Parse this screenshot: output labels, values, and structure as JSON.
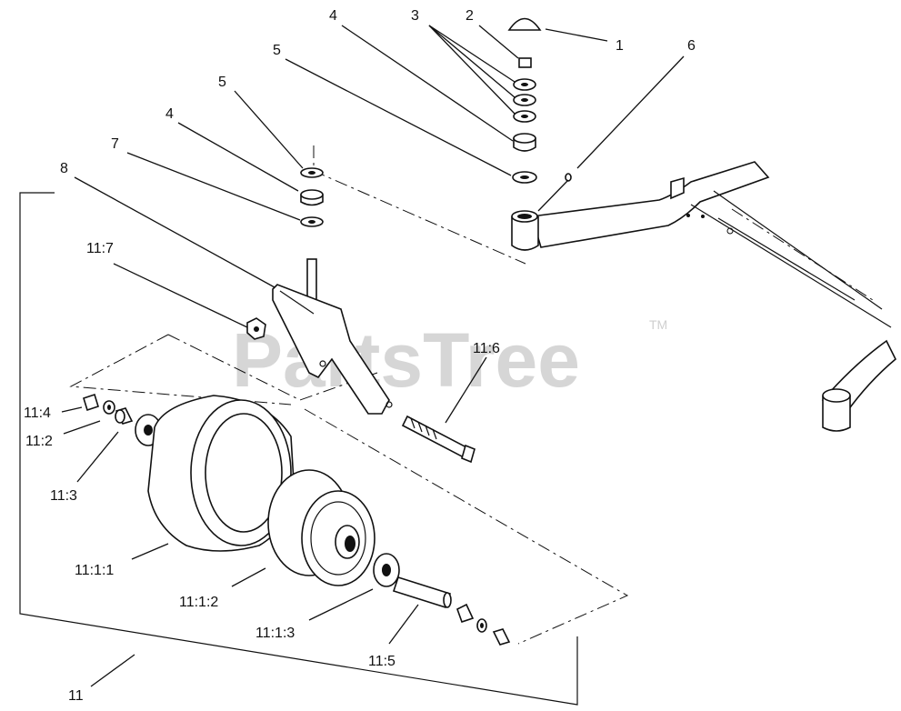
{
  "watermark": {
    "text": "PartsTree",
    "trademark": "TM"
  },
  "callouts": {
    "c1": "1",
    "c2": "2",
    "c3": "3",
    "c4a": "4",
    "c5a": "5",
    "c6": "6",
    "c5b": "5",
    "c4b": "4",
    "c7": "7",
    "c8": "8",
    "c11_7": "11:7",
    "c11_6": "11:6",
    "c11_4": "11:4",
    "c11_2": "11:2",
    "c11_3": "11:3",
    "c11_1_1": "11:1:1",
    "c11_1_2": "11:1:2",
    "c11_1_3": "11:1:3",
    "c11_5": "11:5",
    "c11": "11"
  }
}
